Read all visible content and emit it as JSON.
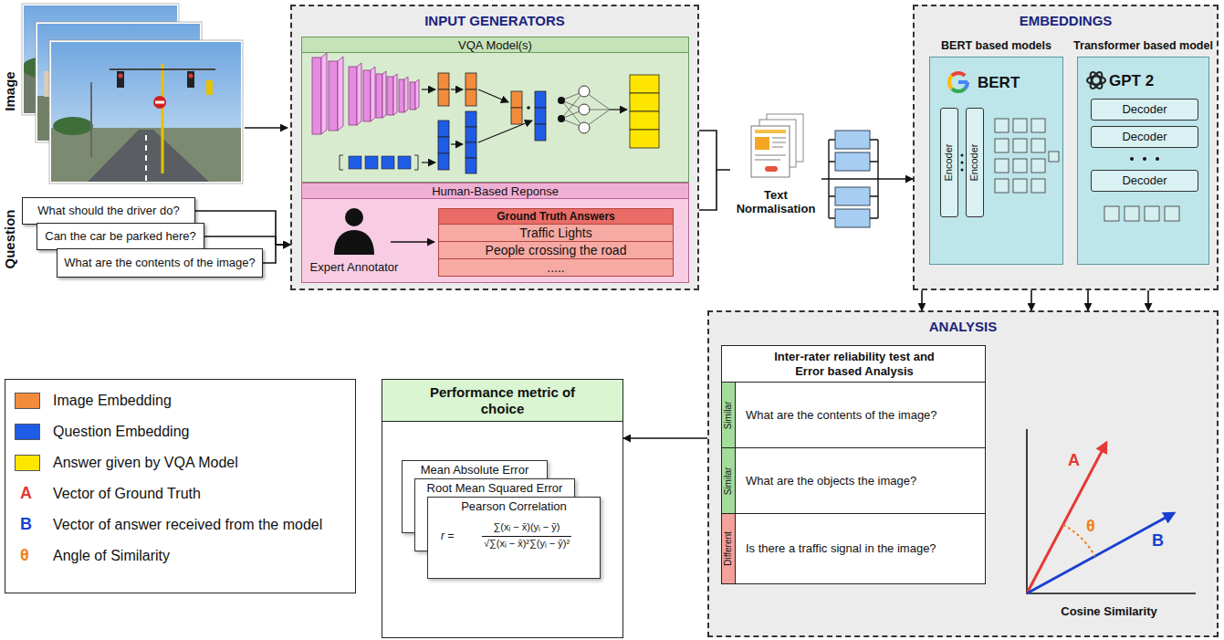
{
  "diagram": {
    "nodes": [
      {
        "text": [
          "What should the driver do?"
        ]
      },
      {
        "text": [
          "Can the car be parked here?"
        ]
      },
      {
        "text": [
          "What are the contents of the image?"
        ]
      },
      {
        "text": [
          "INPUT GENERATORS"
        ]
      },
      {
        "text": [
          "VQA Model(s)"
        ],
        "in": 3
      },
      {
        "text": [
          "Human-Based Reponse"
        ],
        "in": 3
      },
      {
        "text": [
          "Ground Truth Answers",
          "Traffic Lights",
          "People crossing the road",
          "....."
        ],
        "in": 5
      },
      {
        "text": [
          "Text Normalisation"
        ]
      },
      {
        "text": [
          "EMBEDDINGS"
        ]
      },
      {
        "text": [
          "BERT based models",
          "BERT"
        ],
        "in": 8
      },
      {
        "text": [
          "Encoder"
        ],
        "in": 9
      },
      {
        "text": [
          "Encoder"
        ],
        "in": 9
      },
      {
        "text": [
          "Transformer based model",
          "GPT 2"
        ],
        "in": 8
      },
      {
        "text": [
          "Decoder"
        ],
        "in": 12
      },
      {
        "text": [
          "Decoder"
        ],
        "in": 12
      },
      {
        "text": [
          "Decoder"
        ],
        "in": 12
      },
      {
        "text": [
          "ANALYSIS"
        ]
      },
      {
        "text": [
          "Inter-rater reliability test and Error based Analysis"
        ],
        "in": 16
      },
      {
        "text": [
          "Similar",
          "What are the contents of the image?"
        ],
        "in": 17
      },
      {
        "text": [
          "Similar",
          "What are the objects the image?"
        ],
        "in": 17
      },
      {
        "text": [
          "Different",
          "Is there a traffic signal in the image?"
        ],
        "in": 17
      },
      {
        "text": [
          "Performance metric of choice"
        ]
      },
      {
        "text": [
          "Mean Absolute Error"
        ],
        "in": 21
      },
      {
        "text": [
          "Root Mean Squared Error"
        ],
        "in": 21
      },
      {
        "text": [
          "Pearson Correlation",
          "r =",
          "∑(xᵢ − x̄)(yᵢ − ȳ)",
          "√∑(xᵢ − x̄)²∑(yᵢ − ȳ)²"
        ],
        "in": 21
      }
    ],
    "edges": [
      {
        "from": 0,
        "to": 3,
        "arrow": "to"
      },
      {
        "from": 1,
        "to": 3,
        "arrow": "to"
      },
      {
        "from": 2,
        "to": 3,
        "arrow": "to"
      },
      {
        "from": 3,
        "to": 7,
        "arrow": "none"
      },
      {
        "from": 7,
        "to": 8,
        "arrow": "to"
      },
      {
        "from": 8,
        "to": 16,
        "arrow": "to"
      },
      {
        "from": 8,
        "to": 16,
        "arrow": "to"
      },
      {
        "from": 8,
        "to": 16,
        "arrow": "to"
      },
      {
        "from": 8,
        "to": 16,
        "arrow": "to"
      },
      {
        "from": 16,
        "to": 21,
        "arrow": "to"
      }
    ],
    "labels": [
      "Image",
      "Question",
      "Expert Annotator",
      "A",
      "B",
      "θ",
      "Cosine Similarity",
      "A",
      "B",
      "θ"
    ],
    "legend": [
      {
        "text": "Image Embedding",
        "color": "#f28c3c"
      },
      {
        "text": "Question Embedding",
        "color": "#1f5ce6"
      },
      {
        "text": "Answer given by VQA Model",
        "color": "#ffe600"
      },
      {
        "text": "Vector of Ground Truth"
      },
      {
        "text": "Vector of answer received from the model"
      },
      {
        "text": "Angle of Similarity"
      }
    ]
  }
}
